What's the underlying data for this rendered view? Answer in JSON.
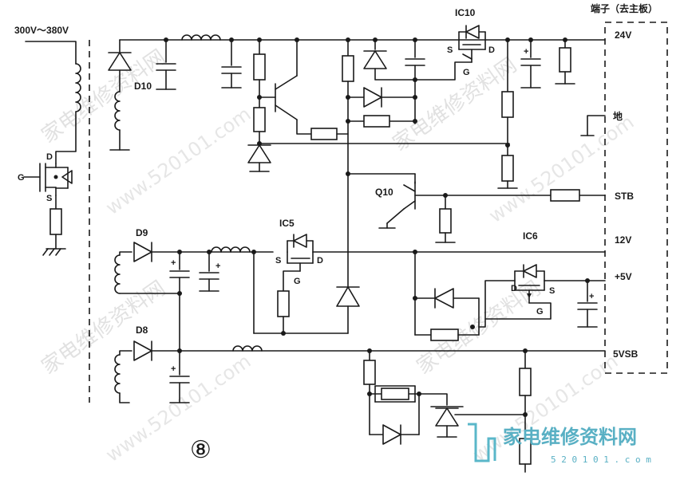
{
  "input_voltage": "300V～380V",
  "terminal_header": "端子（去主板）",
  "outputs": {
    "v24": "24V",
    "gnd": "地",
    "stb": "STB",
    "v12": "12V",
    "v5": "+5V",
    "v5sb": "5VSB"
  },
  "components": {
    "ic10": "IC10",
    "ic5": "IC5",
    "ic6": "IC6",
    "q10": "Q10",
    "d10": "D10",
    "d9": "D9",
    "d8": "D8"
  },
  "pins": {
    "d": "D",
    "g": "G",
    "s": "S"
  },
  "figure_number": "⑧",
  "watermark": {
    "brand": "家电维修资料网",
    "site": "www.520101.com",
    "site_short": "5 2 0 1 0 1 . c o m",
    "corner_brand": "家电维修资料网",
    "corner_site": "www.520101.com"
  }
}
